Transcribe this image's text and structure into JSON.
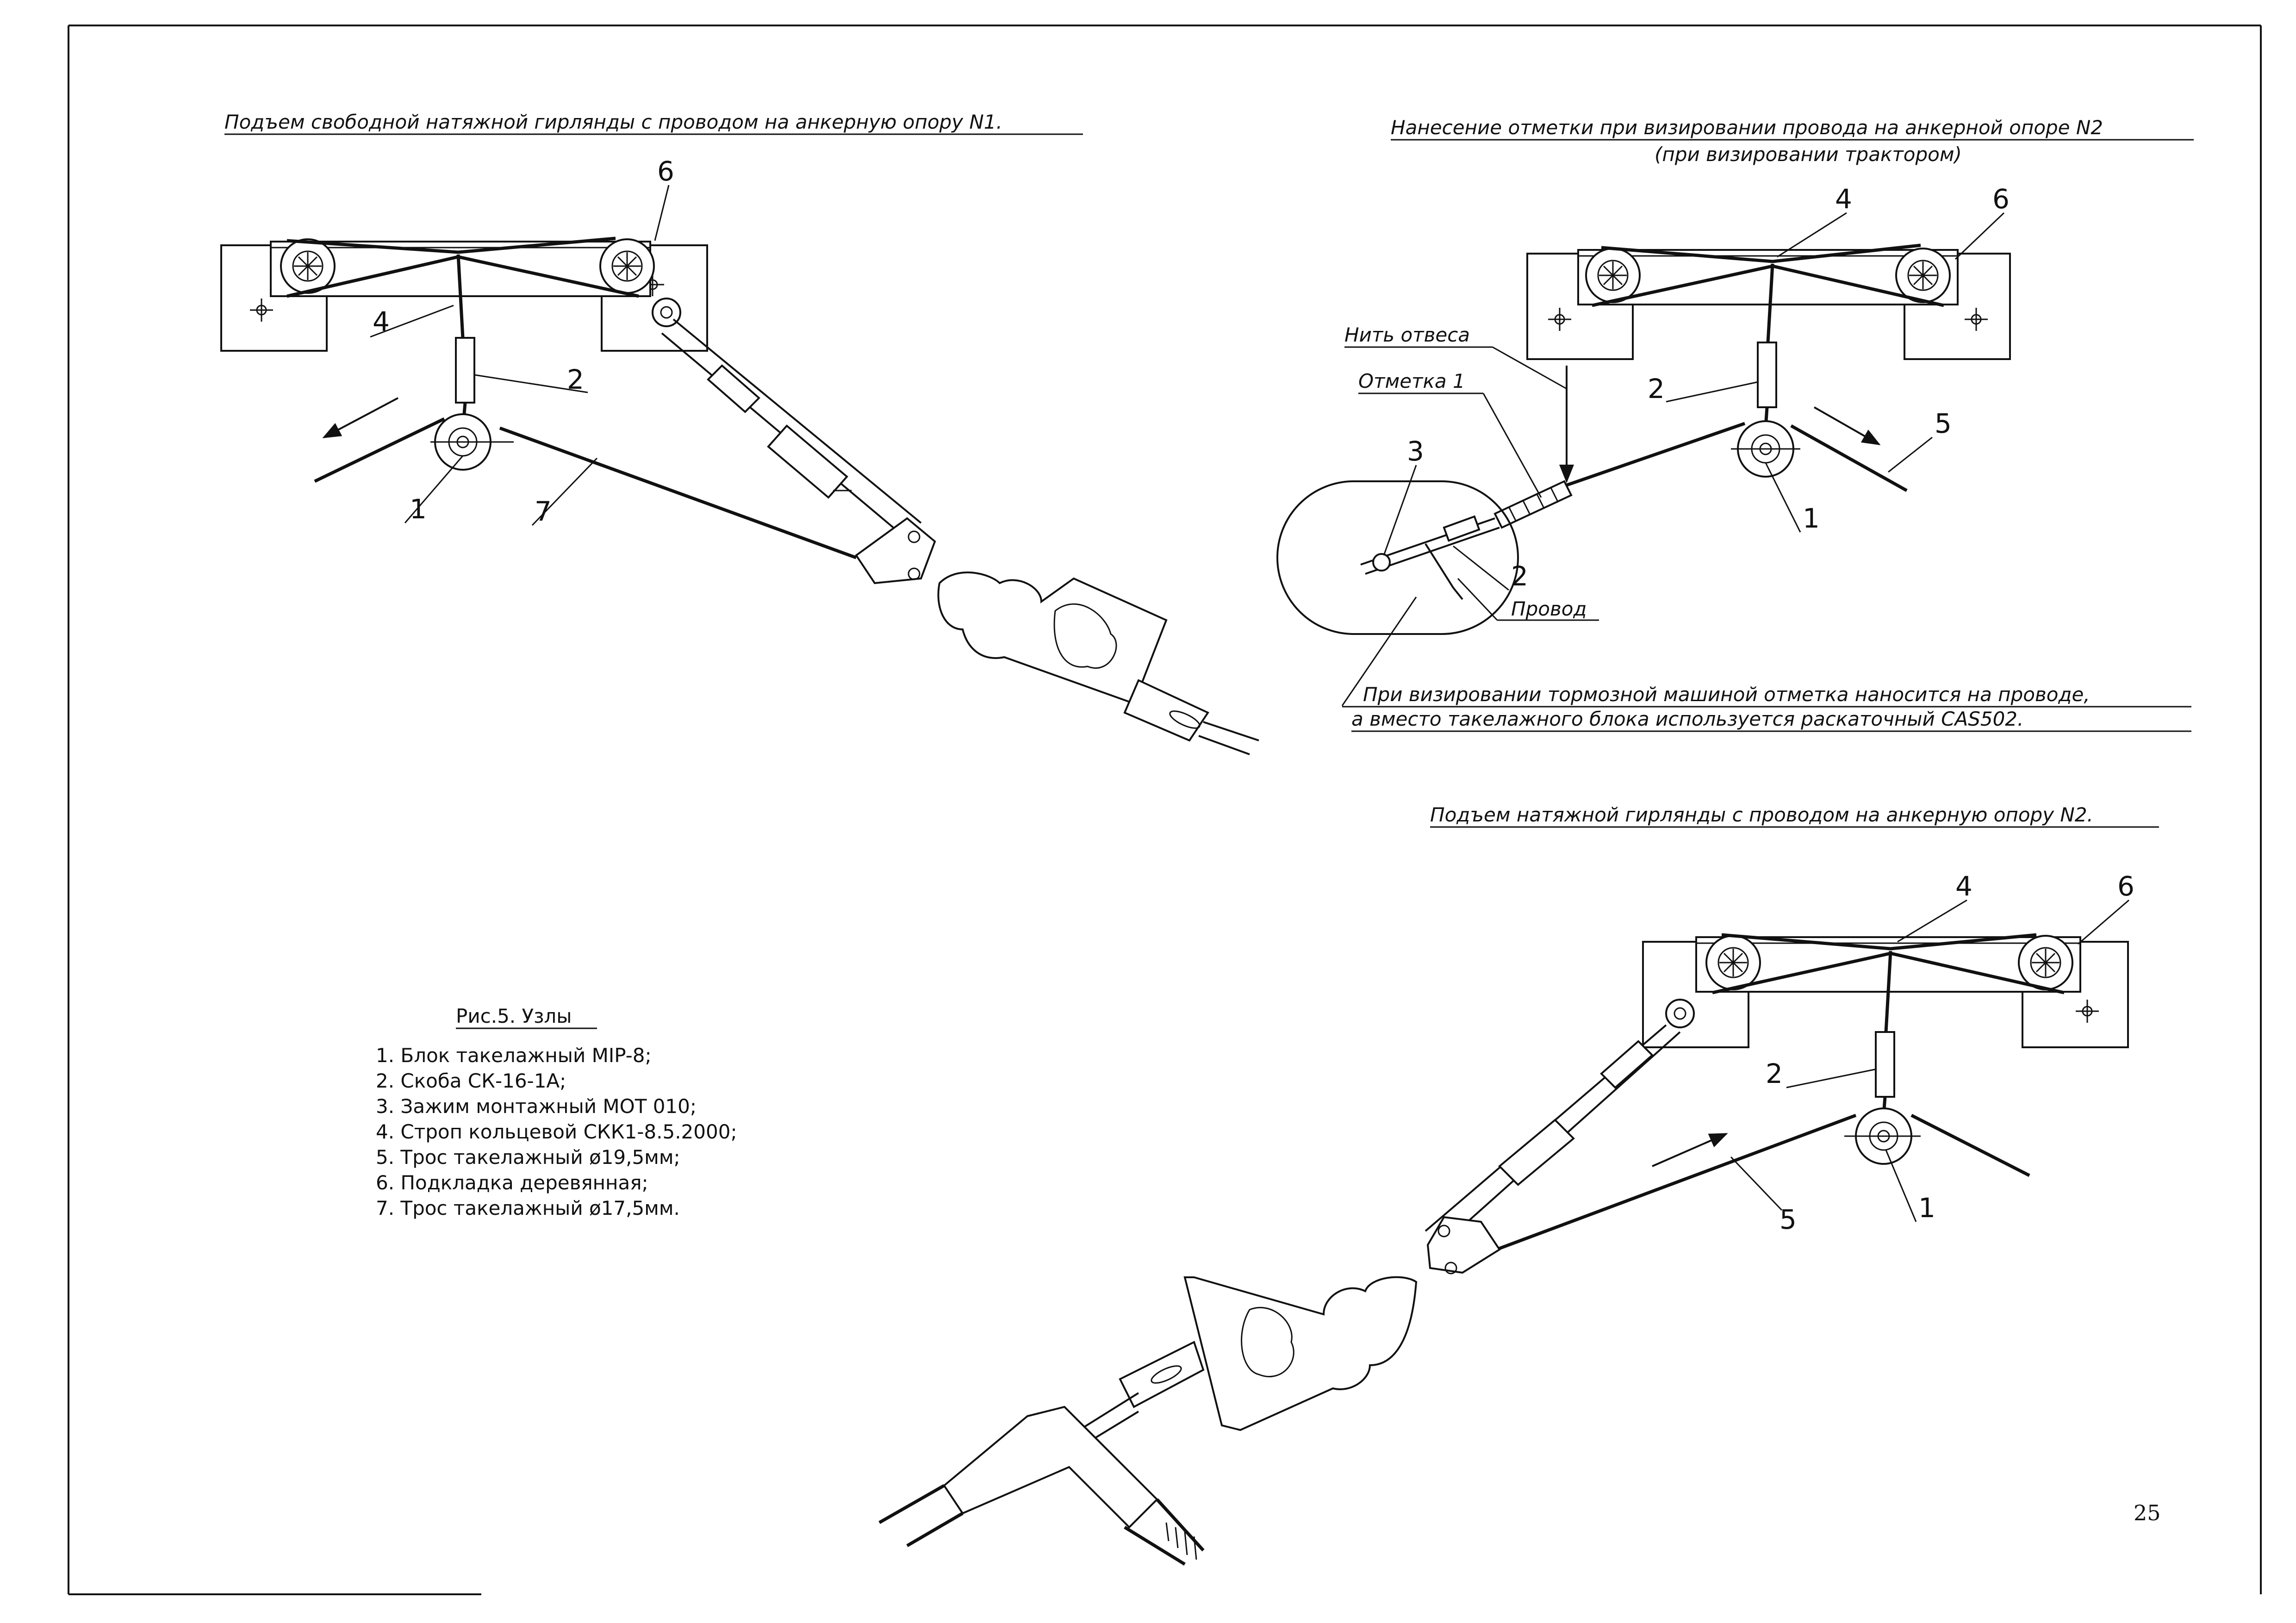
{
  "sheet": {
    "page_number": "25"
  },
  "fig1": {
    "title": "Подъем свободной натяжной гирлянды с проводом на анкерную опору N1.",
    "callouts": [
      "6",
      "4",
      "2",
      "1",
      "7"
    ]
  },
  "fig2": {
    "title_line1": "Нанесение отметки при визировании провода на анкерной опоре N2",
    "title_line2": "(при визировании трактором)",
    "callouts": [
      "4",
      "6",
      "2",
      "5",
      "1",
      "3",
      "2"
    ],
    "label_plumb": "Нить отвеса",
    "label_mark": "Отметка 1",
    "label_wire": "Провод",
    "note_line1": "При визировании тормозной машиной отметка наносится на проводе,",
    "note_line2": "а вместо такелажного блока используется раскаточный CAS502."
  },
  "fig3": {
    "title": "Подъем натяжной гирлянды с проводом на анкерную опору N2.",
    "callouts": [
      "4",
      "6",
      "2",
      "5",
      "1"
    ]
  },
  "legend": {
    "title": "Рис.5. Узлы",
    "items": [
      "1.  Блок такелажный MIP-8;",
      "2.  Скоба СК-16-1А;",
      "3.  Зажим монтажный MOT 010;",
      "4.  Строп кольцевой СКК1-8.5.2000;",
      "5.  Трос такелажный ø19,5мм;",
      "6.  Подкладка деревянная;",
      "7.  Трос такелажный ø17,5мм."
    ]
  }
}
